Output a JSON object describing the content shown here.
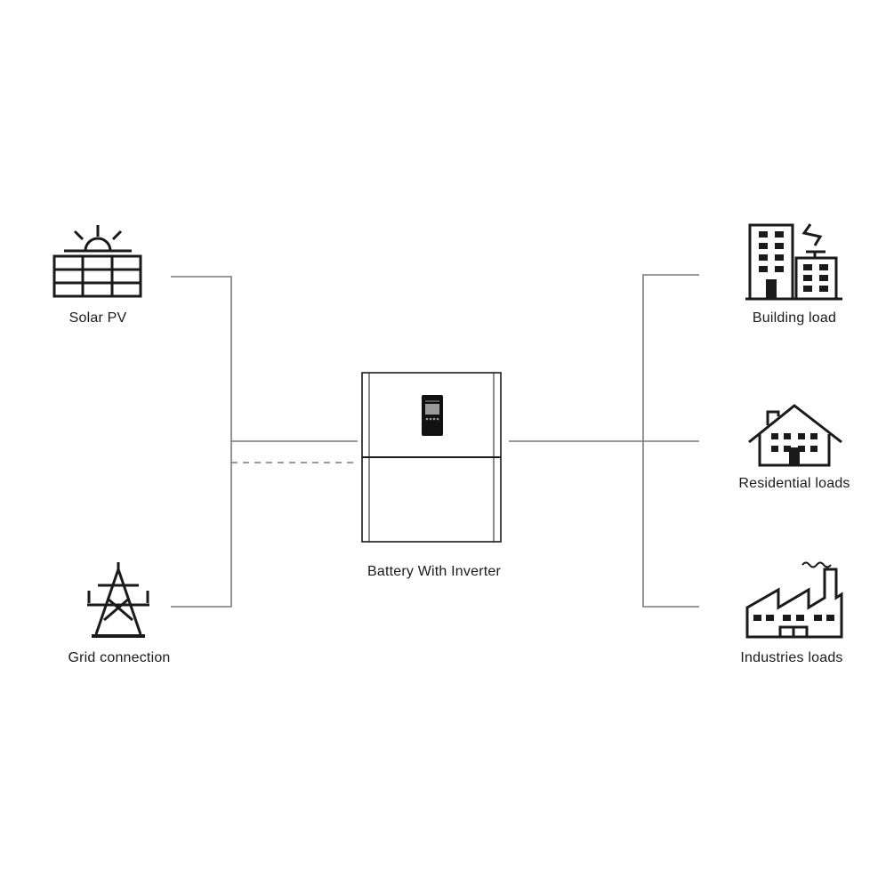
{
  "labels": {
    "solar": "Solar PV",
    "grid": "Grid connection",
    "battery": "Battery With Inverter",
    "building": "Building load",
    "residential": "Residential loads",
    "industries": "Industries loads"
  },
  "colors": {
    "line": "#7a7a7a",
    "icon": "#1a1a1a",
    "screen": "#111111",
    "screen_display": "#9a9a9a"
  },
  "icons": [
    "solar-panel-icon",
    "transmission-tower-icon",
    "battery-inverter-icon",
    "office-building-icon",
    "house-icon",
    "factory-icon"
  ]
}
